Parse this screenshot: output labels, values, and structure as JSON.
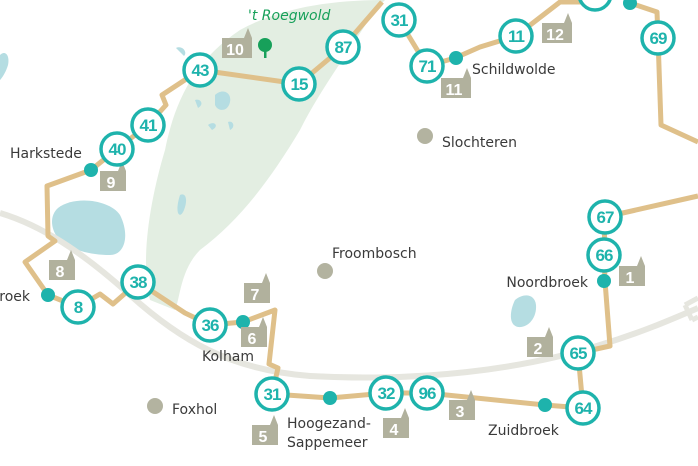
{
  "colors": {
    "route": "#dfc08a",
    "node": "#1eb3ac",
    "forest": "#e3eee2",
    "water": "#b5dde2",
    "church": "#b1b19d",
    "village_gray": "#b3b3a0",
    "road": "#e6e6df",
    "area_label": "#17a05a"
  },
  "area_label": "'t Roegwold",
  "nodes": [
    "87",
    "31",
    "71",
    "11",
    "69",
    "43",
    "15",
    "41",
    "40",
    "38",
    "8",
    "36",
    "31",
    "32",
    "96",
    "64",
    "65",
    "66",
    "67"
  ],
  "places": [
    "Harkstede",
    "Schildwolde",
    "Slochteren",
    "Froombosch",
    "Noordbroek",
    "roek",
    "Kolham",
    "Foxhol",
    "Hoogezand-",
    "Sappemeer",
    "Zuidbroek"
  ],
  "churches": [
    "10",
    "9",
    "8",
    "7",
    "6",
    "5",
    "4",
    "3",
    "2",
    "1",
    "11",
    "12"
  ],
  "icons": [
    "tree-icon",
    "church-icon",
    "node-marker"
  ]
}
